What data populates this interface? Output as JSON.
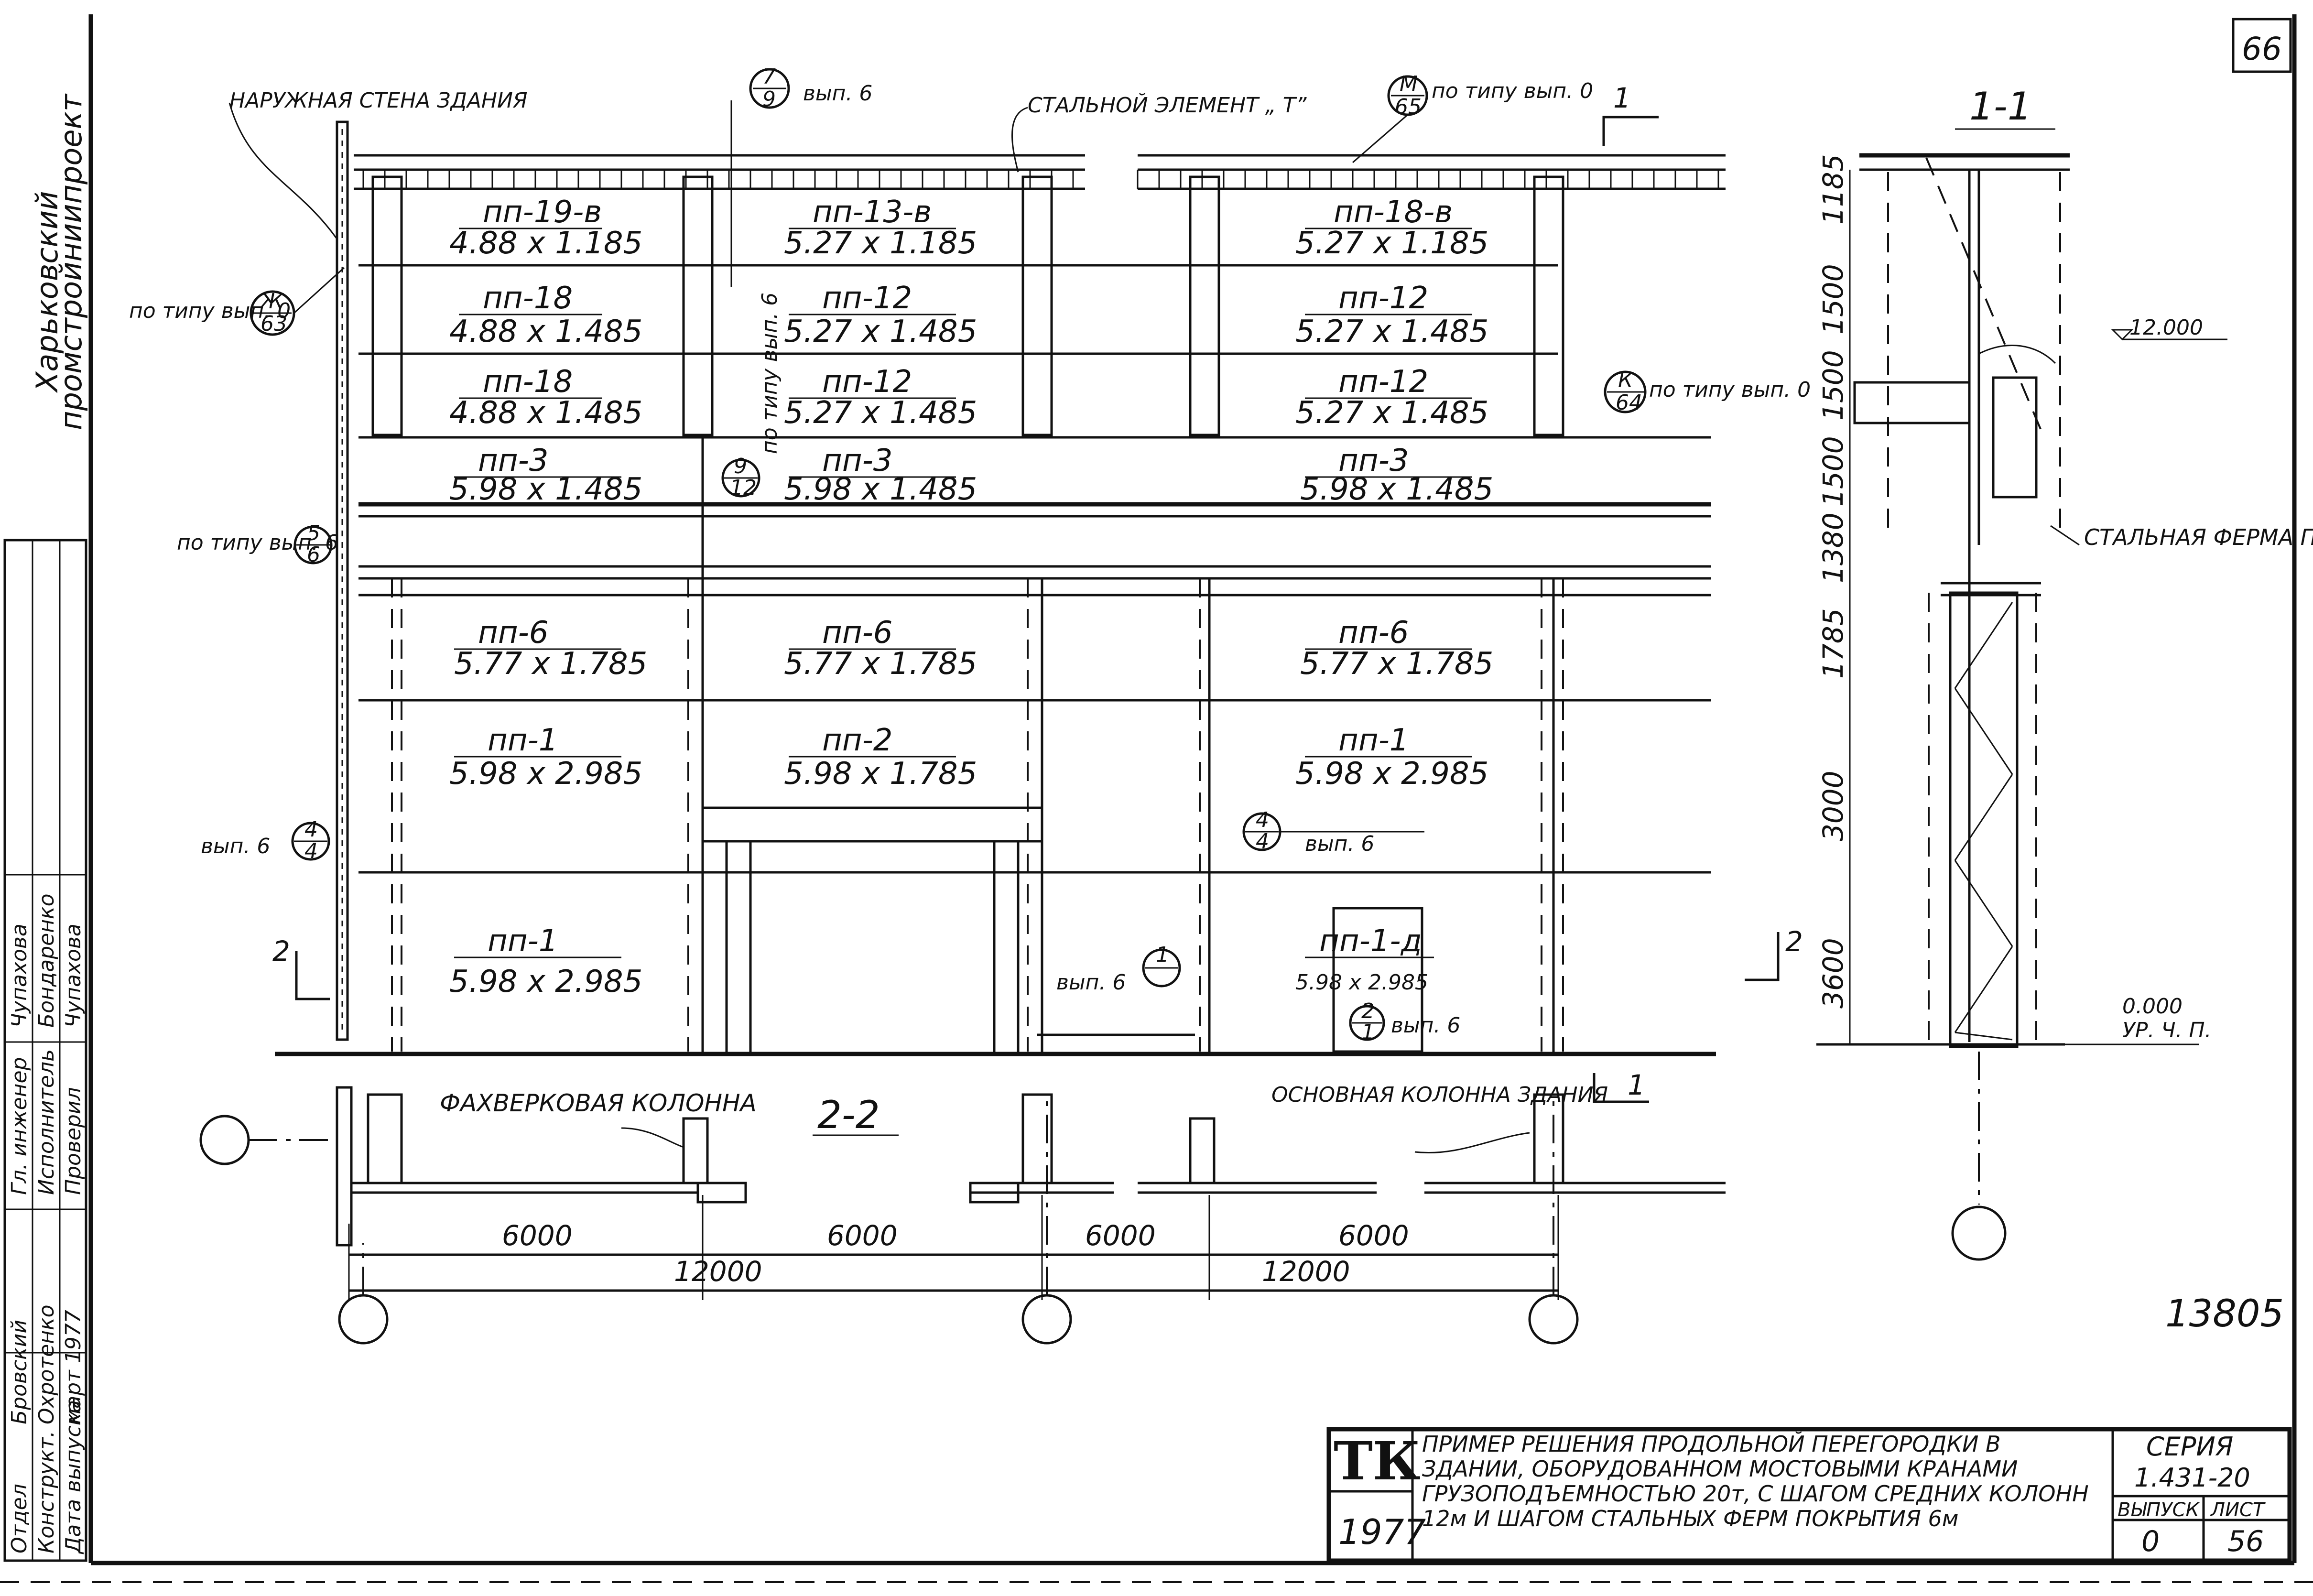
{
  "sheet": {
    "page_number": "66",
    "stamp_number": "13805",
    "side_org_line1": "Харьковский",
    "side_org_line2": "промстройниипроект",
    "side_table": {
      "rows": [
        {
          "role": "Гл. инженер",
          "name": "Чупахова"
        },
        {
          "role": "Исполнитель",
          "name": "Бондаренко"
        },
        {
          "role": "Проверил",
          "name": "Чупахова"
        },
        {
          "role": "Отдел",
          "name": "Бровский"
        },
        {
          "role": "Конструкт.",
          "name": "Охротенко"
        },
        {
          "role": "Дата выпуска",
          "name": "март 1977"
        }
      ]
    }
  },
  "elevation": {
    "labels": {
      "outer_wall": "НАРУЖНАЯ СТЕНА ЗДАНИЯ",
      "steel_element": "СТАЛЬНОЙ ЭЛЕМЕНТ „ Т”",
      "ref_79": "вып. 6",
      "ref_m65": "по типу вып. 0",
      "ref_zh63": "по типу вып. 0",
      "ref_k64": "по типу вып. 0",
      "ref_56": "по типу вып. 6",
      "ref_44_left": "вып. 6",
      "ref_44_mid": "вып. 6",
      "ref_912": "по типу вып. 6",
      "ref_1": "вып. 6",
      "ref_21": "вып. 6",
      "cut_1_top": "1",
      "cut_1_bottom": "1",
      "cut_2_left": "2",
      "cut_2_right": "2"
    },
    "panels": [
      {
        "name": "пп-19-в",
        "size": "4.88 x 1.185"
      },
      {
        "name": "пп-13-в",
        "size": "5.27 x 1.185"
      },
      {
        "name": "пп-18-в",
        "size": "5.27 x 1.185"
      },
      {
        "name": "пп-18",
        "size": "4.88 x 1.485"
      },
      {
        "name": "пп-12",
        "size": "5.27 x 1.485"
      },
      {
        "name": "пп-12",
        "size": "5.27 x 1.485"
      },
      {
        "name": "пп-18",
        "size": "4.88 x 1.485"
      },
      {
        "name": "пп-12",
        "size": "5.27 x 1.485"
      },
      {
        "name": "пп-12",
        "size": "5.27 x 1.485"
      },
      {
        "name": "пп-3",
        "size": "5.98 x 1.485"
      },
      {
        "name": "пп-3",
        "size": "5.98 x 1.485"
      },
      {
        "name": "пп-3",
        "size": "5.98 x 1.485"
      },
      {
        "name": "пп-6",
        "size": "5.77 x 1.785"
      },
      {
        "name": "пп-6",
        "size": "5.77 x 1.785"
      },
      {
        "name": "пп-6",
        "size": "5.77 x 1.785"
      },
      {
        "name": "пп-1",
        "size": "5.98 x 2.985"
      },
      {
        "name": "пп-2",
        "size": "5.98 x 1.785"
      },
      {
        "name": "пп-1",
        "size": "5.98 x 2.985"
      },
      {
        "name": "пп-1",
        "size": "5.98 x 2.985"
      },
      {
        "name": "пп-1-д",
        "size": "5.98 x 2.985"
      }
    ]
  },
  "plan": {
    "title": "2-2",
    "fachwerk_label": "ФАХВЕРКОВАЯ КОЛОННА",
    "main_column_label": "ОСНОВНАЯ КОЛОННА ЗДАНИЯ",
    "dims": [
      "6000",
      "6000",
      "6000",
      "6000"
    ],
    "dims_total": [
      "12000",
      "12000"
    ]
  },
  "section": {
    "title": "1-1",
    "dims": [
      "1185",
      "1500",
      "1500",
      "1500",
      "1380",
      "1785",
      "3000",
      "3600"
    ],
    "level_top": "12.000",
    "level_bottom": "0.000",
    "level_bottom_note": "УР. Ч. П.",
    "truss_label": "СТАЛЬНАЯ ФЕРМА ПОКРЫТИЯ"
  },
  "title_block": {
    "logo": "ТК",
    "year": "1977",
    "description": "ПРИМЕР РЕШЕНИЯ ПРОДОЛЬНОЙ ПЕРЕГОРОДКИ В ЗДАНИИ, ОБОРУДОВАННОМ МОСТОВЫМИ КРАНАМИ ГРУЗОПОДЪЕМНОСТЬЮ 20т, С ШАГОМ СРЕДНИХ КОЛОНН 12м И ШАГОМ СТАЛЬНЫХ ФЕРМ ПОКРЫТИЯ 6м",
    "series_label": "СЕРИЯ",
    "series_value": "1.431-20",
    "issue_label": "ВЫПУСК",
    "sheet_label": "ЛИСТ",
    "issue_value": "0",
    "sheet_value": "56"
  }
}
